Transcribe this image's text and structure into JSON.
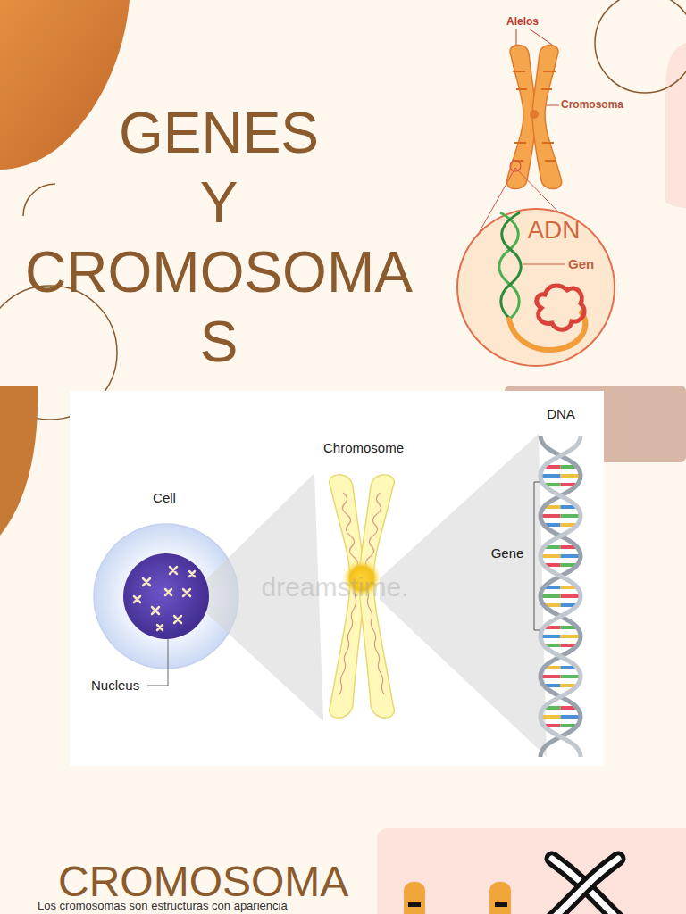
{
  "diagram": {
    "title": "GENES Y CROMOSOMAS",
    "labels": [
      "Alelos",
      "Cromosoma",
      "ADN",
      "Gen",
      "Cell",
      "Nucleus",
      "Chromosome",
      "DNA",
      "Gene",
      "dreamstime.",
      "CROMOSOMA",
      "Los cromosomas son estructuras con apariencia"
    ]
  }
}
